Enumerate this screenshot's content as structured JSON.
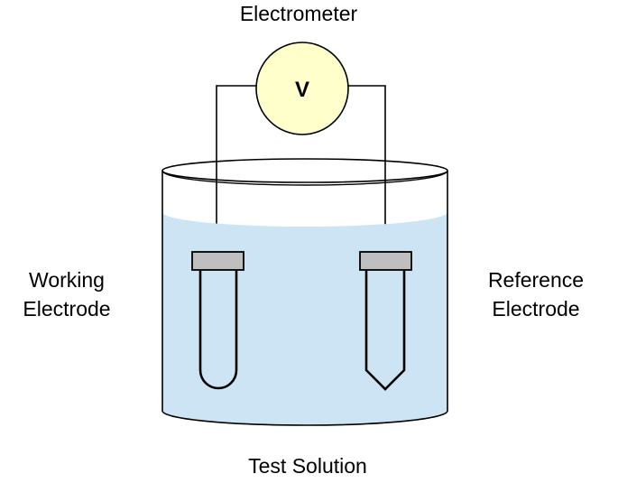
{
  "labels": {
    "electrometer": "Electrometer",
    "meter_symbol": "V",
    "working_line1": "Working",
    "working_line2": "Electrode",
    "reference_line1": "Reference",
    "reference_line2": "Electrode",
    "solution": "Test Solution"
  },
  "colors": {
    "meter_fill": "#ffffcc",
    "solution_fill": "#cce4f4",
    "electrode_cap": "#bfbfbf",
    "outline": "#000000"
  }
}
